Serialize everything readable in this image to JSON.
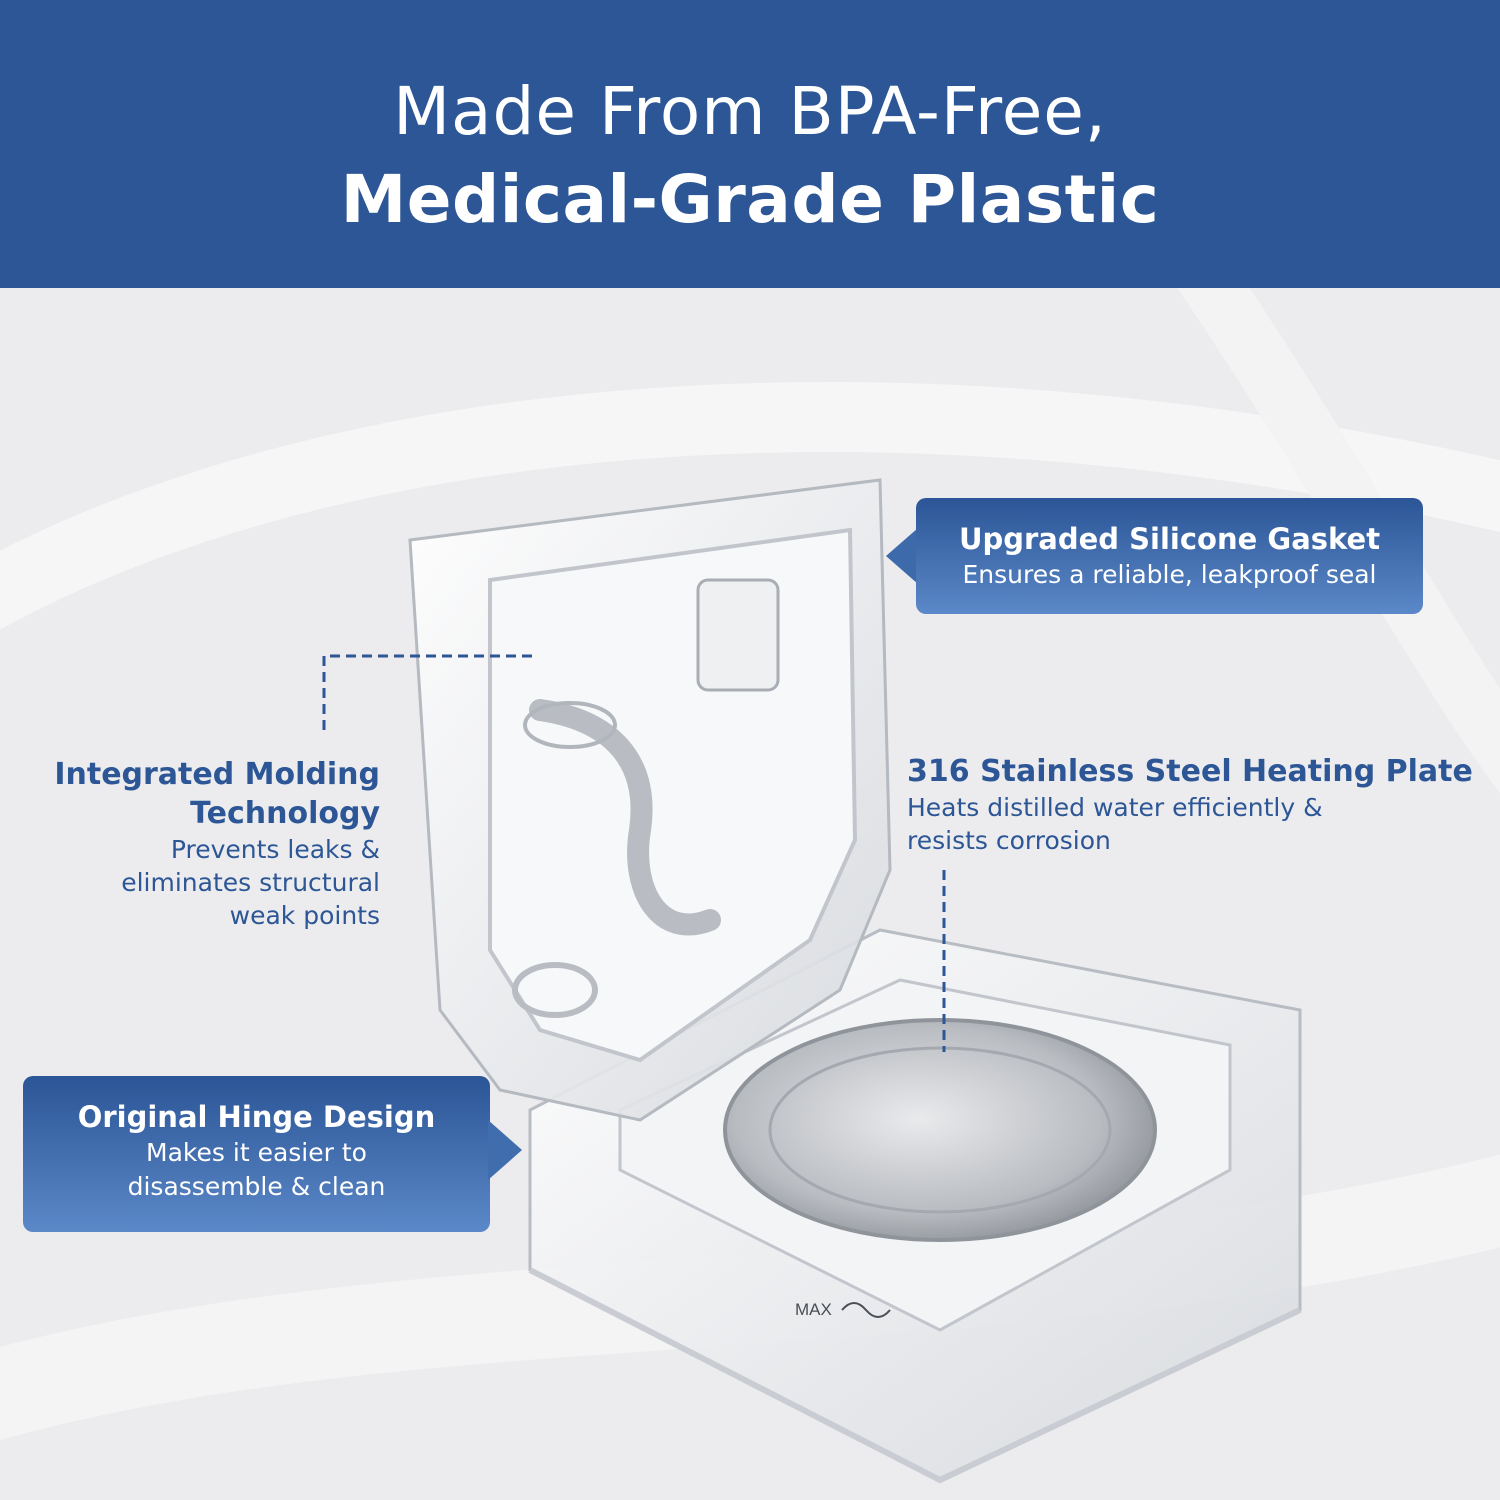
{
  "header": {
    "title_line1": "Made From BPA-Free,",
    "title_line2": "Medical-Grade Plastic"
  },
  "callouts": {
    "gasket": {
      "heading": "Upgraded Silicone Gasket",
      "subtext": "Ensures a reliable, leakproof seal"
    },
    "molding": {
      "heading_line1": "Integrated Molding",
      "heading_line2": "Technology",
      "subtext_line1": "Prevents leaks &",
      "subtext_line2": "eliminates structural",
      "subtext_line3": "weak points"
    },
    "steel": {
      "heading": "316 Stainless Steel Heating Plate",
      "subtext_line1": "Heats distilled water efficiently &",
      "subtext_line2": "resists corrosion"
    },
    "hinge": {
      "heading": "Original Hinge Design",
      "subtext_line1": "Makes it easier to",
      "subtext_line2": "disassemble & clean"
    }
  },
  "product": {
    "max_label": "MAX"
  },
  "colors": {
    "brand_blue": "#2c5695",
    "callout_gradient_end": "#5b88c8",
    "background": "#ececee"
  }
}
